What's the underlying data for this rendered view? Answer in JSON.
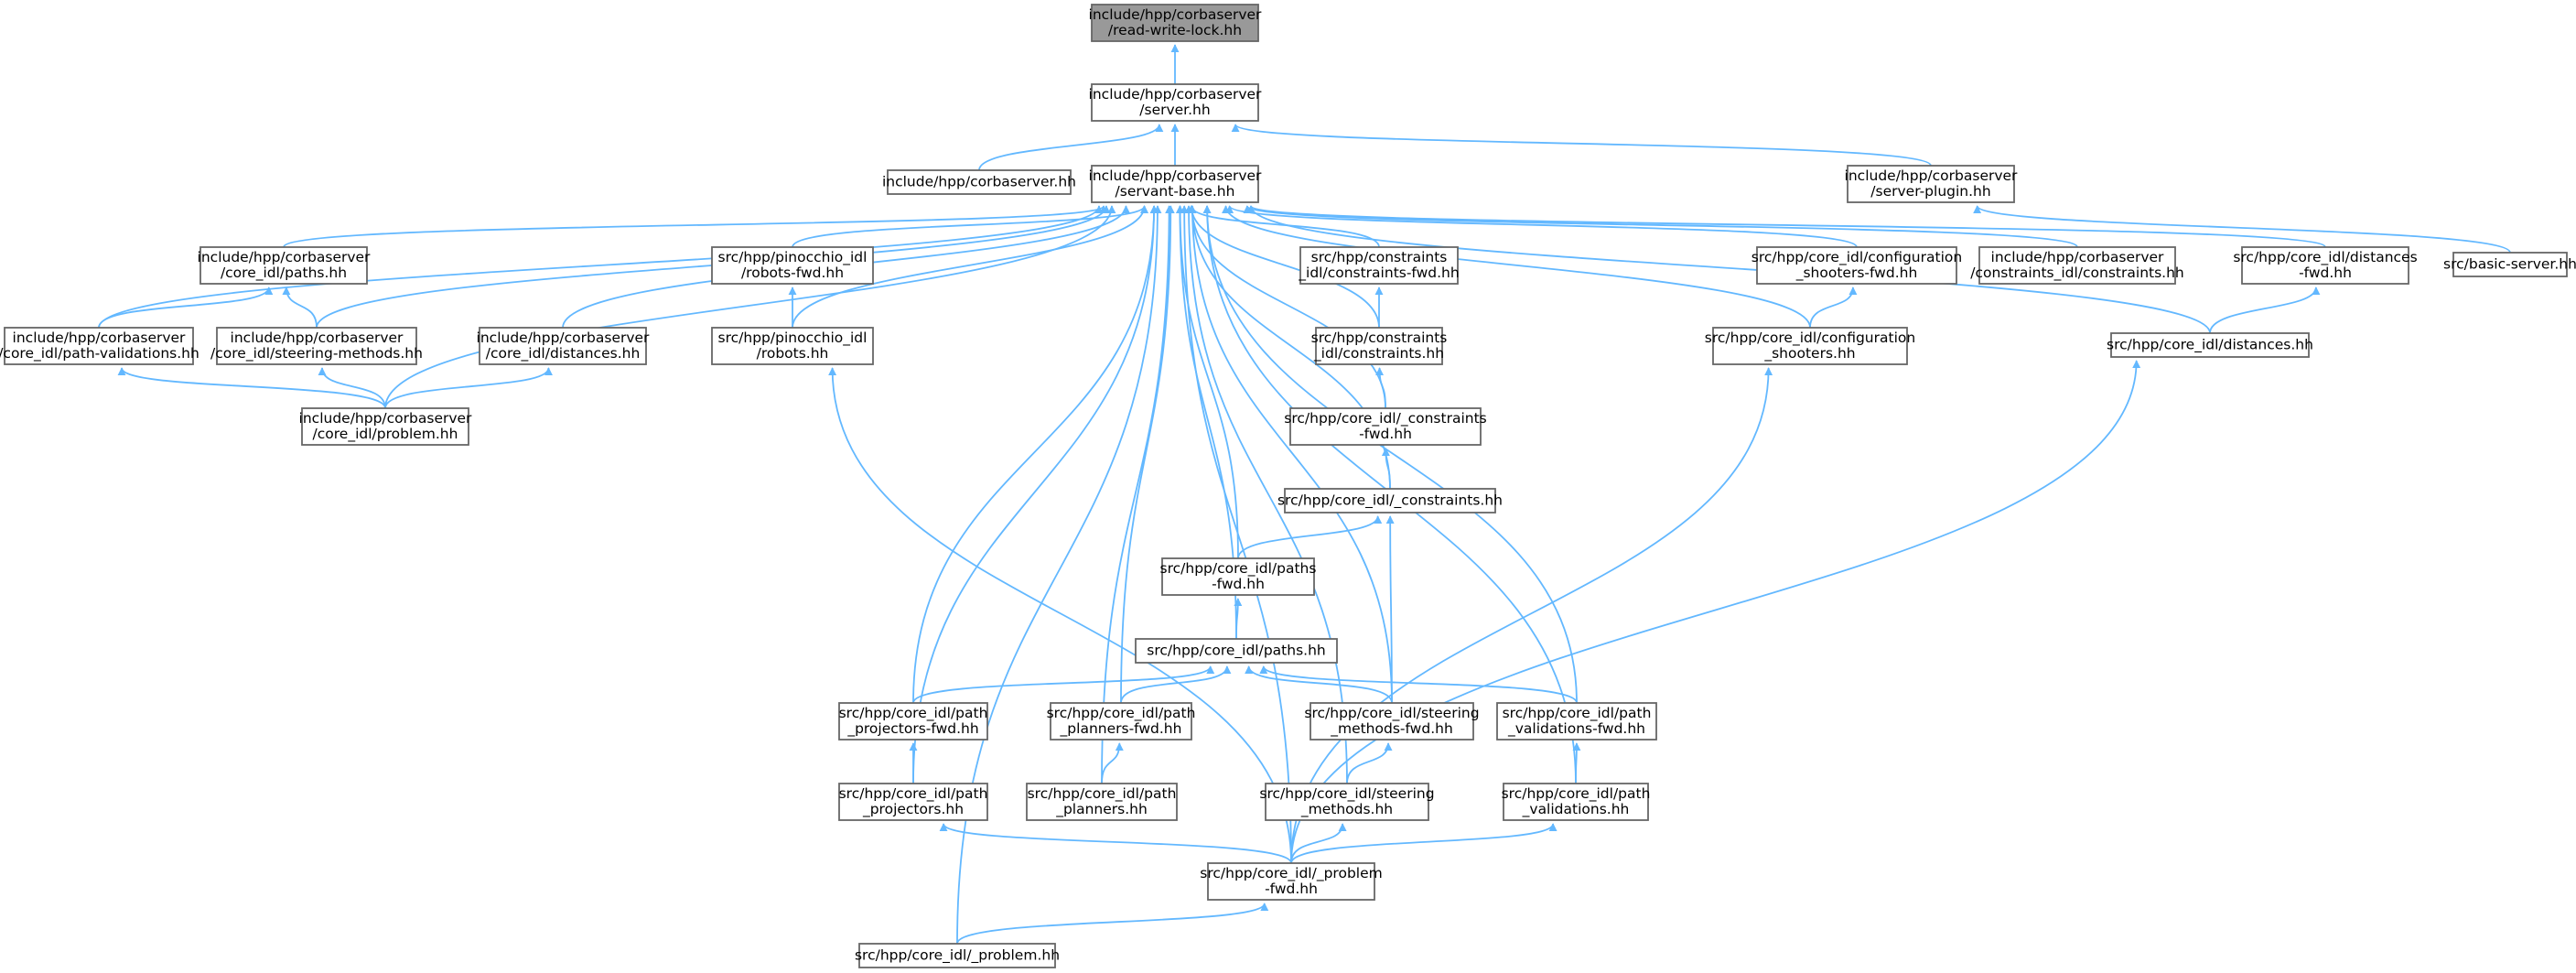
{
  "graph": {
    "colors": {
      "edge": "#63b8ff",
      "node_border": "#666666",
      "root_fill": "#999999",
      "node_fill": "#ffffff"
    },
    "nodes": [
      {
        "id": "n0",
        "lines": [
          "include/hpp/corbaserver",
          "/read-write-lock.hh"
        ],
        "root": true
      },
      {
        "id": "n1",
        "lines": [
          "include/hpp/corbaserver",
          "/server.hh"
        ]
      },
      {
        "id": "n2",
        "lines": [
          "include/hpp/corbaserver.hh"
        ]
      },
      {
        "id": "n3",
        "lines": [
          "include/hpp/corbaserver",
          "/servant-base.hh"
        ]
      },
      {
        "id": "n4",
        "lines": [
          "include/hpp/corbaserver",
          "/server-plugin.hh"
        ]
      },
      {
        "id": "n5",
        "lines": [
          "src/basic-server.hh"
        ]
      },
      {
        "id": "n6",
        "lines": [
          "include/hpp/corbaserver",
          "/core_idl/paths.hh"
        ]
      },
      {
        "id": "n7",
        "lines": [
          "include/hpp/corbaserver",
          "/core_idl/path-validations.hh"
        ]
      },
      {
        "id": "n8",
        "lines": [
          "include/hpp/corbaserver",
          "/core_idl/steering-methods.hh"
        ]
      },
      {
        "id": "n9",
        "lines": [
          "include/hpp/corbaserver",
          "/core_idl/distances.hh"
        ]
      },
      {
        "id": "n10",
        "lines": [
          "include/hpp/corbaserver",
          "/core_idl/problem.hh"
        ]
      },
      {
        "id": "n11",
        "lines": [
          "src/hpp/pinocchio_idl",
          "/robots-fwd.hh"
        ]
      },
      {
        "id": "n12",
        "lines": [
          "src/hpp/pinocchio_idl",
          "/robots.hh"
        ]
      },
      {
        "id": "n13",
        "lines": [
          "src/hpp/constraints",
          "_idl/constraints-fwd.hh"
        ]
      },
      {
        "id": "n14",
        "lines": [
          "src/hpp/constraints",
          "_idl/constraints.hh"
        ]
      },
      {
        "id": "n15",
        "lines": [
          "src/hpp/core_idl/_constraints",
          "-fwd.hh"
        ]
      },
      {
        "id": "n16",
        "lines": [
          "src/hpp/core_idl/_constraints.hh"
        ]
      },
      {
        "id": "n17",
        "lines": [
          "src/hpp/core_idl/configuration",
          "_shooters-fwd.hh"
        ]
      },
      {
        "id": "n18",
        "lines": [
          "src/hpp/core_idl/configuration",
          "_shooters.hh"
        ]
      },
      {
        "id": "n19",
        "lines": [
          "include/hpp/corbaserver",
          "/constraints_idl/constraints.hh"
        ]
      },
      {
        "id": "n20",
        "lines": [
          "src/hpp/core_idl/distances",
          "-fwd.hh"
        ]
      },
      {
        "id": "n21",
        "lines": [
          "src/hpp/core_idl/distances.hh"
        ]
      },
      {
        "id": "n22",
        "lines": [
          "src/hpp/core_idl/paths",
          "-fwd.hh"
        ]
      },
      {
        "id": "n23",
        "lines": [
          "src/hpp/core_idl/paths.hh"
        ]
      },
      {
        "id": "n24",
        "lines": [
          "src/hpp/core_idl/path",
          "_projectors-fwd.hh"
        ]
      },
      {
        "id": "n25",
        "lines": [
          "src/hpp/core_idl/path",
          "_planners-fwd.hh"
        ]
      },
      {
        "id": "n26",
        "lines": [
          "src/hpp/core_idl/steering",
          "_methods-fwd.hh"
        ]
      },
      {
        "id": "n27",
        "lines": [
          "src/hpp/core_idl/path",
          "_validations-fwd.hh"
        ]
      },
      {
        "id": "n28",
        "lines": [
          "src/hpp/core_idl/path",
          "_projectors.hh"
        ]
      },
      {
        "id": "n29",
        "lines": [
          "src/hpp/core_idl/path",
          "_planners.hh"
        ]
      },
      {
        "id": "n30",
        "lines": [
          "src/hpp/core_idl/steering",
          "_methods.hh"
        ]
      },
      {
        "id": "n31",
        "lines": [
          "src/hpp/core_idl/path",
          "_validations.hh"
        ]
      },
      {
        "id": "n32",
        "lines": [
          "src/hpp/core_idl/_problem",
          "-fwd.hh"
        ]
      },
      {
        "id": "n33",
        "lines": [
          "src/hpp/core_idl/_problem.hh"
        ]
      }
    ],
    "edges": [
      [
        "n1",
        "n0"
      ],
      [
        "n2",
        "n1"
      ],
      [
        "n3",
        "n1"
      ],
      [
        "n4",
        "n1"
      ],
      [
        "n5",
        "n4"
      ],
      [
        "n6",
        "n3"
      ],
      [
        "n7",
        "n3"
      ],
      [
        "n8",
        "n3"
      ],
      [
        "n9",
        "n3"
      ],
      [
        "n10",
        "n3"
      ],
      [
        "n11",
        "n3"
      ],
      [
        "n12",
        "n3"
      ],
      [
        "n13",
        "n3"
      ],
      [
        "n14",
        "n3"
      ],
      [
        "n15",
        "n3"
      ],
      [
        "n16",
        "n3"
      ],
      [
        "n17",
        "n3"
      ],
      [
        "n18",
        "n3"
      ],
      [
        "n19",
        "n3"
      ],
      [
        "n20",
        "n3"
      ],
      [
        "n21",
        "n3"
      ],
      [
        "n22",
        "n3"
      ],
      [
        "n23",
        "n3"
      ],
      [
        "n24",
        "n3"
      ],
      [
        "n25",
        "n3"
      ],
      [
        "n26",
        "n3"
      ],
      [
        "n27",
        "n3"
      ],
      [
        "n28",
        "n3"
      ],
      [
        "n29",
        "n3"
      ],
      [
        "n30",
        "n3"
      ],
      [
        "n31",
        "n3"
      ],
      [
        "n32",
        "n3"
      ],
      [
        "n33",
        "n3"
      ],
      [
        "n7",
        "n6"
      ],
      [
        "n8",
        "n6"
      ],
      [
        "n10",
        "n7"
      ],
      [
        "n10",
        "n8"
      ],
      [
        "n10",
        "n9"
      ],
      [
        "n12",
        "n11"
      ],
      [
        "n32",
        "n12"
      ],
      [
        "n14",
        "n13"
      ],
      [
        "n15",
        "n14"
      ],
      [
        "n16",
        "n15"
      ],
      [
        "n22",
        "n16"
      ],
      [
        "n26",
        "n16"
      ],
      [
        "n18",
        "n17"
      ],
      [
        "n32",
        "n18"
      ],
      [
        "n21",
        "n20"
      ],
      [
        "n32",
        "n21"
      ],
      [
        "n23",
        "n22"
      ],
      [
        "n24",
        "n23"
      ],
      [
        "n25",
        "n23"
      ],
      [
        "n26",
        "n23"
      ],
      [
        "n27",
        "n23"
      ],
      [
        "n28",
        "n24"
      ],
      [
        "n29",
        "n25"
      ],
      [
        "n30",
        "n26"
      ],
      [
        "n31",
        "n27"
      ],
      [
        "n32",
        "n28"
      ],
      [
        "n32",
        "n30"
      ],
      [
        "n32",
        "n31"
      ],
      [
        "n33",
        "n32"
      ]
    ]
  }
}
